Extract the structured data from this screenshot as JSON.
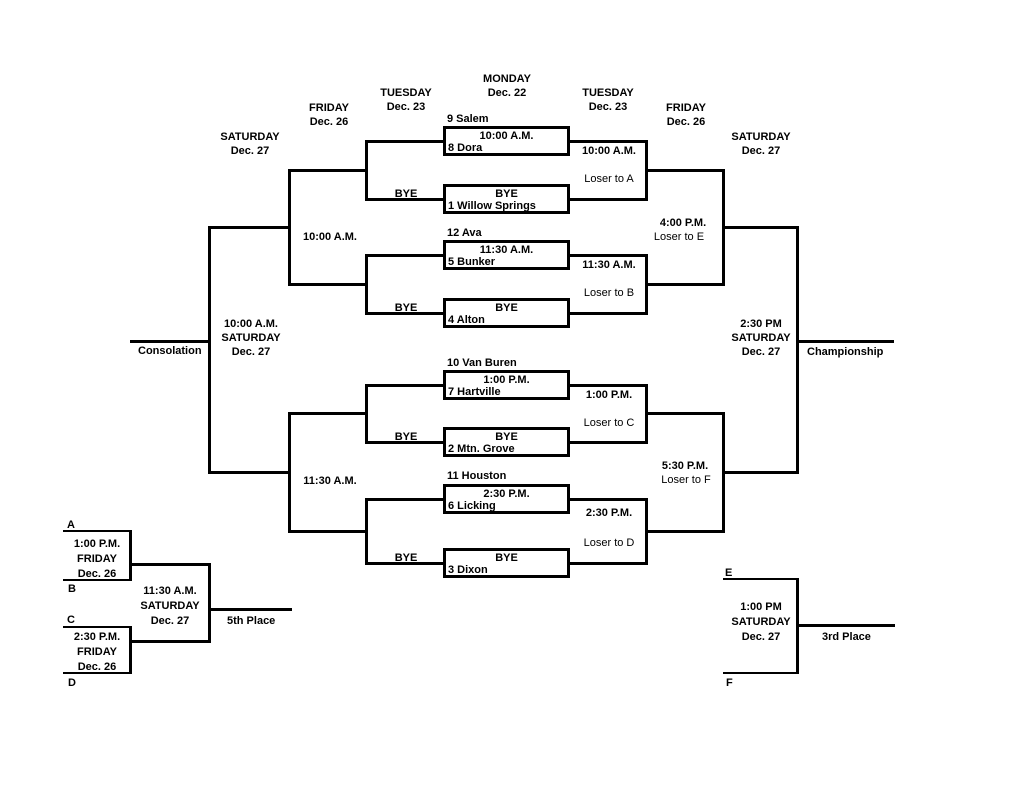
{
  "page": {
    "background": "#ffffff",
    "line_color": "#000000"
  },
  "headers": {
    "sat_left": {
      "day": "SATURDAY",
      "date": "Dec. 27"
    },
    "fri_left": {
      "day": "FRIDAY",
      "date": "Dec. 26"
    },
    "tue_left": {
      "day": "TUESDAY",
      "date": "Dec. 23"
    },
    "mon": {
      "day": "MONDAY",
      "date": "Dec. 22"
    },
    "tue_right": {
      "day": "TUESDAY",
      "date": "Dec. 23"
    },
    "fri_right": {
      "day": "FRIDAY",
      "date": "Dec. 26"
    },
    "sat_right": {
      "day": "SATURDAY",
      "date": "Dec. 27"
    }
  },
  "games": [
    {
      "top": "9 Salem",
      "mid": "10:00 A.M.",
      "bottom": "8 Dora"
    },
    {
      "top": "",
      "mid": "BYE",
      "bottom": "1 Willow Springs"
    },
    {
      "top": "12 Ava",
      "mid": "11:30 A.M.",
      "bottom": "5 Bunker"
    },
    {
      "top": "",
      "mid": "BYE",
      "bottom": "4 Alton"
    },
    {
      "top": "10 Van Buren",
      "mid": "1:00 P.M.",
      "bottom": "7 Hartville"
    },
    {
      "top": "",
      "mid": "BYE",
      "bottom": "2 Mtn. Grove"
    },
    {
      "top": "11 Houston",
      "mid": "2:30 P.M.",
      "bottom": "6 Licking"
    },
    {
      "top": "",
      "mid": "BYE",
      "bottom": "3 Dixon"
    }
  ],
  "labels": {
    "bye": "BYE"
  },
  "round2": [
    {
      "time": "10:00 A.M.",
      "loser": "Loser to A"
    },
    {
      "time": "11:30 A.M.",
      "loser": "Loser to B"
    },
    {
      "time": "1:00 P.M.",
      "loser": "Loser to C"
    },
    {
      "time": "2:30 P.M.",
      "loser": "Loser to D"
    }
  ],
  "left_rounds": {
    "top_time": "10:00 A.M.",
    "bottom_time": "11:30 A.M."
  },
  "semifinals": [
    {
      "time": "4:00 P.M.",
      "loser": "Loser to E"
    },
    {
      "time": "5:30 P.M.",
      "loser": "Loser to F"
    }
  ],
  "consolation": {
    "time": "10:00 A.M.",
    "day": "SATURDAY",
    "date": "Dec. 27",
    "label": "Consolation"
  },
  "championship": {
    "time": "2:30 PM",
    "day": "SATURDAY",
    "date": "Dec. 27",
    "label": "Championship"
  },
  "fifth": {
    "a": "A",
    "b": "B",
    "c": "C",
    "d": "D",
    "game_ab": {
      "time": "1:00 P.M.",
      "day": "FRIDAY",
      "date": "Dec. 26"
    },
    "game_cd": {
      "time": "2:30 P.M.",
      "day": "FRIDAY",
      "date": "Dec. 26"
    },
    "final": {
      "time": "11:30 A.M.",
      "day": "SATURDAY",
      "date": "Dec. 27"
    },
    "label": "5th Place"
  },
  "third": {
    "e": "E",
    "f": "F",
    "final": {
      "time": "1:00 PM",
      "day": "SATURDAY",
      "date": "Dec. 27"
    },
    "label": "3rd Place"
  }
}
